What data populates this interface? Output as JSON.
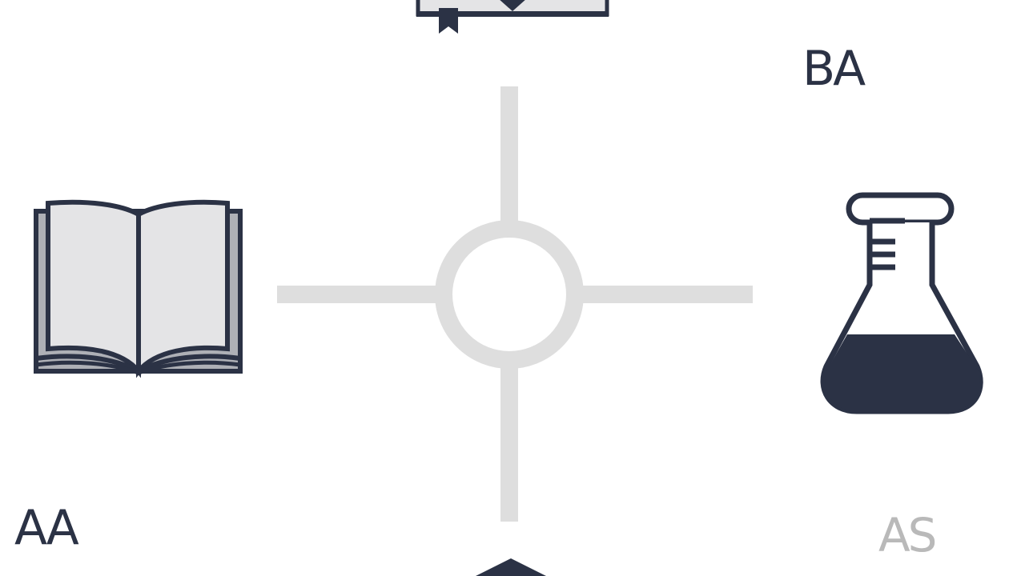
{
  "colors": {
    "background": "#ffffff",
    "icon_dark": "#2b3245",
    "icon_fill_light": "#e4e4e6",
    "icon_page_stack": "#aeb0b6",
    "crosshair": "#dedede",
    "label_dark": "#2b3245",
    "label_faded": "#b9b9b9"
  },
  "labels": {
    "top_right": "BA",
    "bottom_left": "AA",
    "bottom_right": "AS"
  },
  "icons": {
    "top": "book-icon",
    "left": "open-book-icon",
    "right": "flask-icon",
    "bottom": "graduation-cap-icon",
    "center": "crosshair-icon"
  }
}
